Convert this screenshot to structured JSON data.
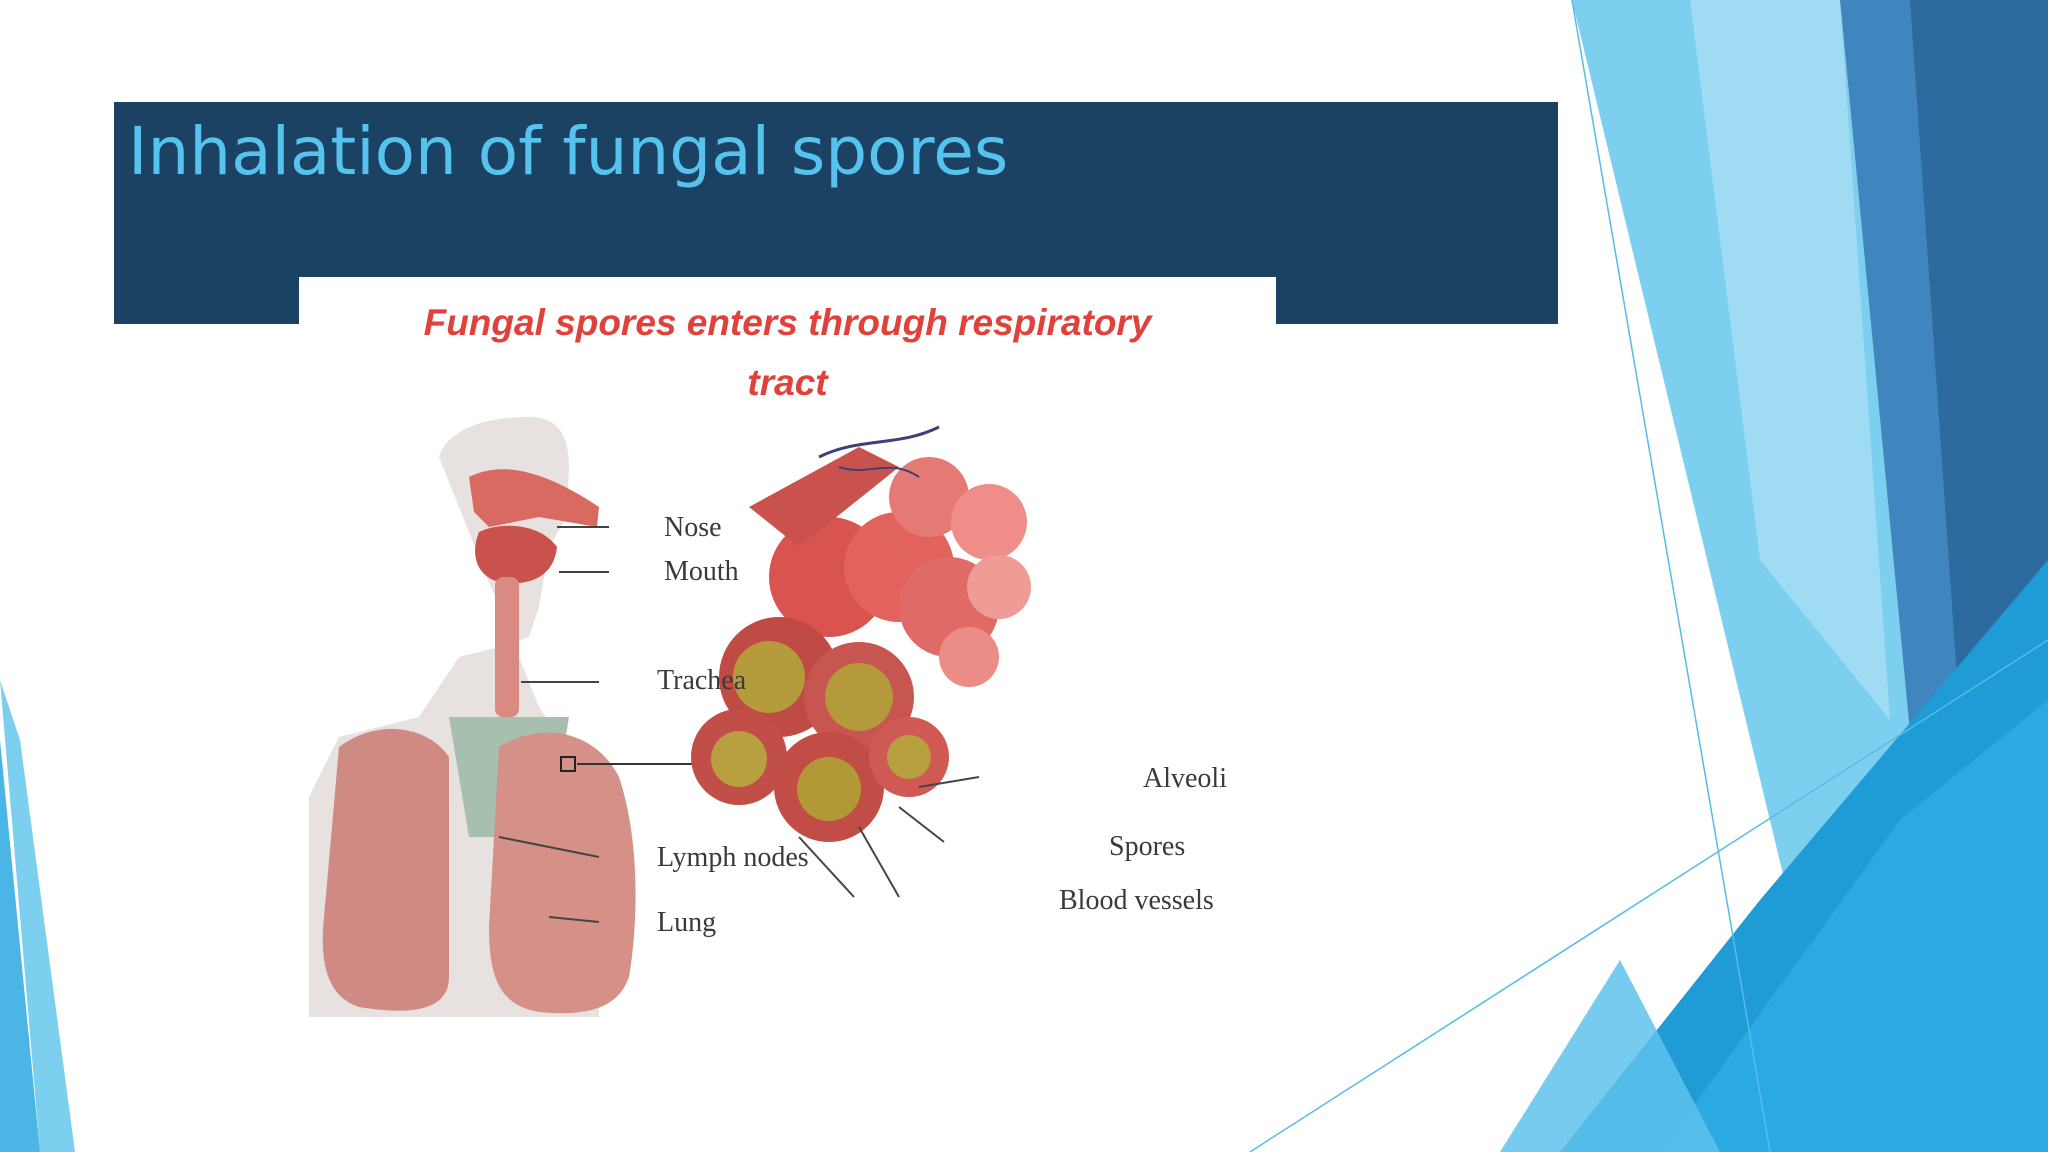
{
  "slide": {
    "title": "Inhalation of fungal spores"
  },
  "figure": {
    "title_line1": "Fungal spores enters through respiratory",
    "title_line2": "tract",
    "labels": {
      "nose": "Nose",
      "mouth": "Mouth",
      "trachea": "Trachea",
      "lymph_nodes": "Lymph nodes",
      "lung": "Lung",
      "alveoli": "Alveoli",
      "spores": "Spores",
      "blood_vessels": "Blood vessels"
    }
  },
  "theme": {
    "title_bar_color": "#1b4263",
    "title_text_color": "#56c2ee",
    "figure_title_color": "#e0413a"
  }
}
